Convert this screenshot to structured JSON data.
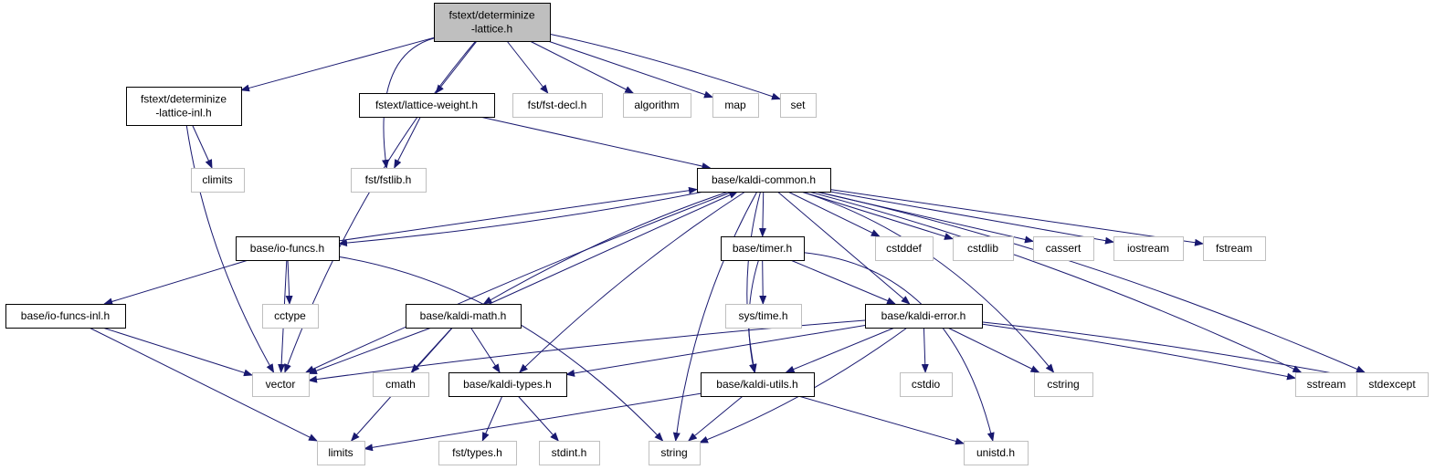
{
  "colors": {
    "edge": "#191970",
    "root_fill": "#bfbfbf",
    "header_border": "#000000",
    "external_border": "#bfbfbf",
    "text": "#000000"
  },
  "nodes": [
    {
      "id": "determinize_lattice",
      "lines": [
        "fstext/determinize",
        "-lattice.h"
      ],
      "kind": "root"
    },
    {
      "id": "determinize_lattice_inl",
      "lines": [
        "fstext/determinize",
        "-lattice-inl.h"
      ],
      "kind": "header"
    },
    {
      "id": "lattice_weight",
      "lines": [
        "fstext/lattice-weight.h"
      ],
      "kind": "header"
    },
    {
      "id": "fst_decl",
      "lines": [
        "fst/fst-decl.h"
      ],
      "kind": "external"
    },
    {
      "id": "algorithm",
      "lines": [
        "algorithm"
      ],
      "kind": "external"
    },
    {
      "id": "map",
      "lines": [
        "map"
      ],
      "kind": "external"
    },
    {
      "id": "set",
      "lines": [
        "set"
      ],
      "kind": "external"
    },
    {
      "id": "climits",
      "lines": [
        "climits"
      ],
      "kind": "external"
    },
    {
      "id": "fstlib",
      "lines": [
        "fst/fstlib.h"
      ],
      "kind": "external"
    },
    {
      "id": "kaldi_common",
      "lines": [
        "base/kaldi-common.h"
      ],
      "kind": "header"
    },
    {
      "id": "io_funcs",
      "lines": [
        "base/io-funcs.h"
      ],
      "kind": "header"
    },
    {
      "id": "timer",
      "lines": [
        "base/timer.h"
      ],
      "kind": "header"
    },
    {
      "id": "cstddef",
      "lines": [
        "cstddef"
      ],
      "kind": "external"
    },
    {
      "id": "cstdlib",
      "lines": [
        "cstdlib"
      ],
      "kind": "external"
    },
    {
      "id": "cassert",
      "lines": [
        "cassert"
      ],
      "kind": "external"
    },
    {
      "id": "iostream",
      "lines": [
        "iostream"
      ],
      "kind": "external"
    },
    {
      "id": "fstream",
      "lines": [
        "fstream"
      ],
      "kind": "external"
    },
    {
      "id": "io_funcs_inl",
      "lines": [
        "base/io-funcs-inl.h"
      ],
      "kind": "header"
    },
    {
      "id": "cctype",
      "lines": [
        "cctype"
      ],
      "kind": "external"
    },
    {
      "id": "kaldi_math",
      "lines": [
        "base/kaldi-math.h"
      ],
      "kind": "header"
    },
    {
      "id": "sys_time",
      "lines": [
        "sys/time.h"
      ],
      "kind": "external"
    },
    {
      "id": "kaldi_error",
      "lines": [
        "base/kaldi-error.h"
      ],
      "kind": "header"
    },
    {
      "id": "vector",
      "lines": [
        "vector"
      ],
      "kind": "external"
    },
    {
      "id": "cmath",
      "lines": [
        "cmath"
      ],
      "kind": "external"
    },
    {
      "id": "kaldi_types",
      "lines": [
        "base/kaldi-types.h"
      ],
      "kind": "header"
    },
    {
      "id": "kaldi_utils",
      "lines": [
        "base/kaldi-utils.h"
      ],
      "kind": "header"
    },
    {
      "id": "cstdio",
      "lines": [
        "cstdio"
      ],
      "kind": "external"
    },
    {
      "id": "cstring",
      "lines": [
        "cstring"
      ],
      "kind": "external"
    },
    {
      "id": "sstream",
      "lines": [
        "sstream"
      ],
      "kind": "external"
    },
    {
      "id": "stdexcept",
      "lines": [
        "stdexcept"
      ],
      "kind": "external"
    },
    {
      "id": "limits",
      "lines": [
        "limits"
      ],
      "kind": "external"
    },
    {
      "id": "fst_types",
      "lines": [
        "fst/types.h"
      ],
      "kind": "external"
    },
    {
      "id": "stdint",
      "lines": [
        "stdint.h"
      ],
      "kind": "external"
    },
    {
      "id": "string",
      "lines": [
        "string"
      ],
      "kind": "external"
    },
    {
      "id": "unistd",
      "lines": [
        "unistd.h"
      ],
      "kind": "external"
    }
  ],
  "edges": [
    {
      "from": "determinize_lattice",
      "to": "determinize_lattice_inl"
    },
    {
      "from": "determinize_lattice",
      "to": "lattice_weight"
    },
    {
      "from": "determinize_lattice",
      "to": "fst_decl"
    },
    {
      "from": "determinize_lattice",
      "to": "algorithm"
    },
    {
      "from": "determinize_lattice",
      "to": "map"
    },
    {
      "from": "determinize_lattice",
      "to": "set"
    },
    {
      "from": "determinize_lattice",
      "to": "fstlib"
    },
    {
      "from": "determinize_lattice",
      "to": "vector"
    },
    {
      "from": "determinize_lattice_inl",
      "to": "climits"
    },
    {
      "from": "determinize_lattice_inl",
      "to": "vector"
    },
    {
      "from": "lattice_weight",
      "to": "fstlib"
    },
    {
      "from": "lattice_weight",
      "to": "kaldi_common"
    },
    {
      "from": "kaldi_common",
      "to": "io_funcs"
    },
    {
      "from": "kaldi_common",
      "to": "timer"
    },
    {
      "from": "kaldi_common",
      "to": "cstddef"
    },
    {
      "from": "kaldi_common",
      "to": "cstdlib"
    },
    {
      "from": "kaldi_common",
      "to": "cassert"
    },
    {
      "from": "kaldi_common",
      "to": "iostream"
    },
    {
      "from": "kaldi_common",
      "to": "fstream"
    },
    {
      "from": "kaldi_common",
      "to": "vector"
    },
    {
      "from": "kaldi_common",
      "to": "kaldi_math"
    },
    {
      "from": "kaldi_common",
      "to": "kaldi_types"
    },
    {
      "from": "kaldi_common",
      "to": "string"
    },
    {
      "from": "kaldi_common",
      "to": "kaldi_utils"
    },
    {
      "from": "kaldi_common",
      "to": "kaldi_error"
    },
    {
      "from": "kaldi_common",
      "to": "cstring"
    },
    {
      "from": "kaldi_common",
      "to": "sstream"
    },
    {
      "from": "kaldi_common",
      "to": "stdexcept"
    },
    {
      "from": "io_funcs",
      "to": "kaldi_common"
    },
    {
      "from": "io_funcs",
      "to": "io_funcs_inl"
    },
    {
      "from": "io_funcs",
      "to": "cctype"
    },
    {
      "from": "io_funcs",
      "to": "vector"
    },
    {
      "from": "io_funcs",
      "to": "string"
    },
    {
      "from": "io_funcs_inl",
      "to": "vector"
    },
    {
      "from": "io_funcs_inl",
      "to": "limits"
    },
    {
      "from": "kaldi_math",
      "to": "kaldi_common"
    },
    {
      "from": "kaldi_math",
      "to": "vector"
    },
    {
      "from": "kaldi_math",
      "to": "cmath"
    },
    {
      "from": "kaldi_math",
      "to": "kaldi_types"
    },
    {
      "from": "kaldi_math",
      "to": "limits"
    },
    {
      "from": "timer",
      "to": "sys_time"
    },
    {
      "from": "timer",
      "to": "kaldi_error"
    },
    {
      "from": "timer",
      "to": "kaldi_utils"
    },
    {
      "from": "timer",
      "to": "unistd"
    },
    {
      "from": "kaldi_error",
      "to": "vector"
    },
    {
      "from": "kaldi_error",
      "to": "kaldi_types"
    },
    {
      "from": "kaldi_error",
      "to": "kaldi_utils"
    },
    {
      "from": "kaldi_error",
      "to": "cstdio"
    },
    {
      "from": "kaldi_error",
      "to": "cstring"
    },
    {
      "from": "kaldi_error",
      "to": "sstream"
    },
    {
      "from": "kaldi_error",
      "to": "stdexcept"
    },
    {
      "from": "kaldi_error",
      "to": "string"
    },
    {
      "from": "kaldi_types",
      "to": "fst_types"
    },
    {
      "from": "kaldi_types",
      "to": "stdint"
    },
    {
      "from": "kaldi_utils",
      "to": "limits"
    },
    {
      "from": "kaldi_utils",
      "to": "string"
    },
    {
      "from": "kaldi_utils",
      "to": "unistd"
    }
  ]
}
